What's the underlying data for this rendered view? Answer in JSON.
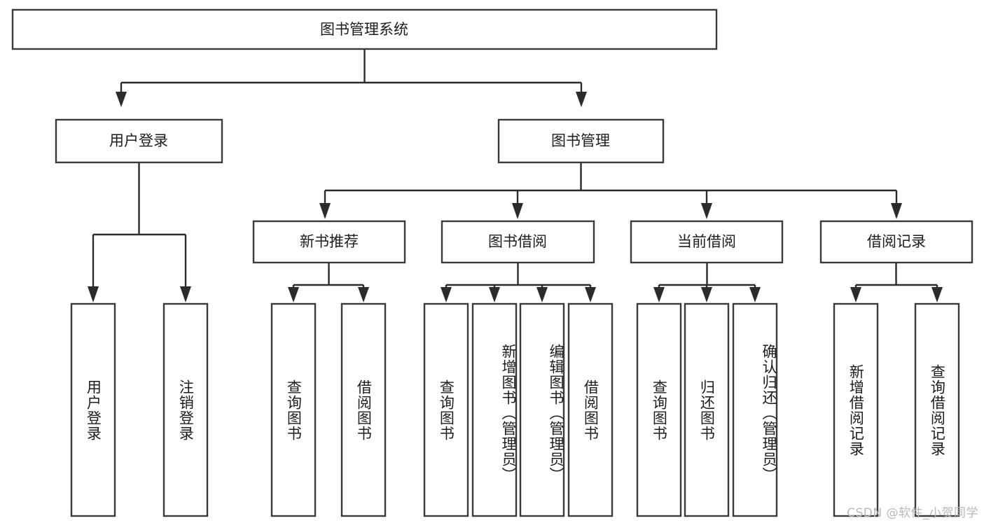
{
  "diagram": {
    "title_node": {
      "label": "图书管理系统"
    },
    "level2": [
      {
        "id": "user-login",
        "label": "用户登录"
      },
      {
        "id": "book-manage",
        "label": "图书管理"
      }
    ],
    "level3": [
      {
        "id": "new-book-recommend",
        "label": "新书推荐",
        "parent": "book-manage"
      },
      {
        "id": "book-borrow",
        "label": "图书借阅",
        "parent": "book-manage"
      },
      {
        "id": "current-borrow",
        "label": "当前借阅",
        "parent": "book-manage"
      },
      {
        "id": "borrow-record",
        "label": "借阅记录",
        "parent": "book-manage"
      }
    ],
    "leaves": {
      "user-login": [
        {
          "id": "leaf-user-login",
          "label": "用户登录"
        },
        {
          "id": "leaf-user-logout",
          "label": "注销登录"
        }
      ],
      "new-book-recommend": [
        {
          "id": "leaf-query-book-1",
          "label": "查询图书"
        },
        {
          "id": "leaf-borrow-book-1",
          "label": "借阅图书"
        }
      ],
      "book-borrow": [
        {
          "id": "leaf-query-book-2",
          "label": "查询图书"
        },
        {
          "id": "leaf-add-book",
          "label": "新增图书（管理员）"
        },
        {
          "id": "leaf-edit-book",
          "label": "编辑图书（管理员）"
        },
        {
          "id": "leaf-borrow-book-2",
          "label": "借阅图书"
        }
      ],
      "current-borrow": [
        {
          "id": "leaf-query-book-3",
          "label": "查询图书"
        },
        {
          "id": "leaf-return-book",
          "label": "归还图书"
        },
        {
          "id": "leaf-confirm-return",
          "label": "确认归还（管理员）"
        }
      ],
      "borrow-record": [
        {
          "id": "leaf-add-record",
          "label": "新增借阅记录"
        },
        {
          "id": "leaf-query-record",
          "label": "查询借阅记录"
        }
      ]
    },
    "colors": {
      "node_border": "#3a3a3a",
      "node_fill": "#ffffff",
      "edge": "#2b2b2b",
      "text": "#1c1c1c",
      "watermark": "#b9b9b9",
      "background": "#ffffff"
    }
  },
  "watermark": {
    "text": "CSDN @软件_小贺同学"
  }
}
